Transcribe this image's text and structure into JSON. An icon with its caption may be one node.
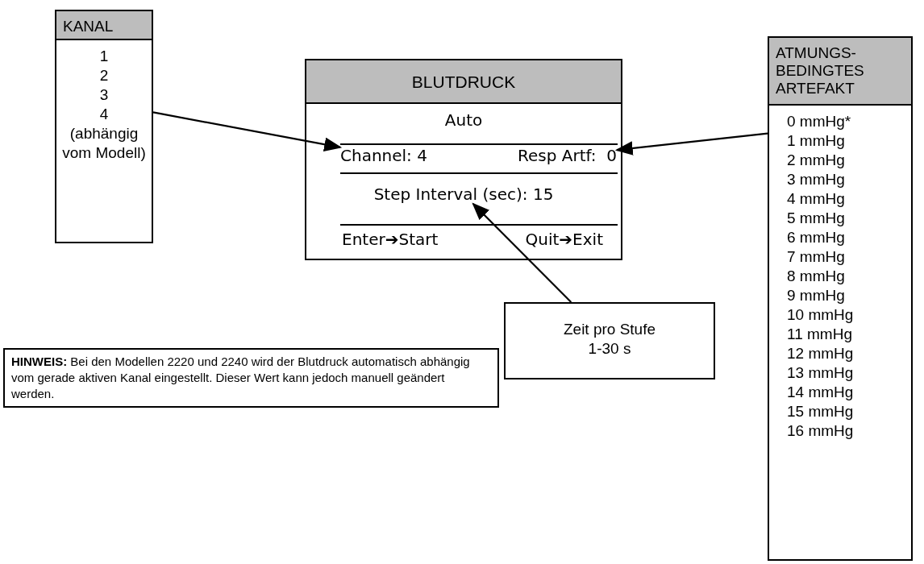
{
  "diagram": {
    "nodes": [
      {
        "text": [
          "KANAL",
          "1",
          "2",
          "3",
          "4",
          "(abhängig vom Modell)"
        ]
      },
      {
        "text": [
          "BLUTDRUCK"
        ]
      },
      {
        "text": [
          "Channel: 4"
        ],
        "in": 1
      },
      {
        "text": [
          "Resp Artf:  0"
        ],
        "in": 1
      },
      {
        "text": [
          "Step Interval (sec): 15"
        ],
        "in": 1
      },
      {
        "text": [
          "ATMUNGS- BEDINGTES ARTEFAKT",
          "0 mmHg*",
          "1 mmHg",
          "2 mmHg",
          "3 mmHg",
          "4 mmHg",
          "5 mmHg",
          "6 mmHg",
          "7 mmHg",
          "8 mmHg",
          "9 mmHg",
          "10 mmHg",
          "11 mmHg",
          "12 mmHg",
          "13 mmHg",
          "14 mmHg",
          "15 mmHg",
          "16 mmHg"
        ]
      },
      {
        "text": [
          "Zeit pro Stufe",
          "1-30 s"
        ]
      },
      {
        "text": [
          "**HINWEIS:** Bei den Modellen 2220 und 2240 wird der Blutdruck automatisch abhängig vom gerade aktiven Kanal eingestellt. Dieser Wert kann jedoch manuell geändert werden."
        ]
      }
    ],
    "edges": [
      {
        "from": 0,
        "to": 2,
        "arrow": "to"
      },
      {
        "from": 5,
        "to": 3,
        "arrow": "to"
      },
      {
        "from": 6,
        "to": 4,
        "arrow": "to"
      }
    ],
    "labels": [
      "Auto",
      "Enter➔Start",
      "Quit➔Exit"
    ]
  }
}
